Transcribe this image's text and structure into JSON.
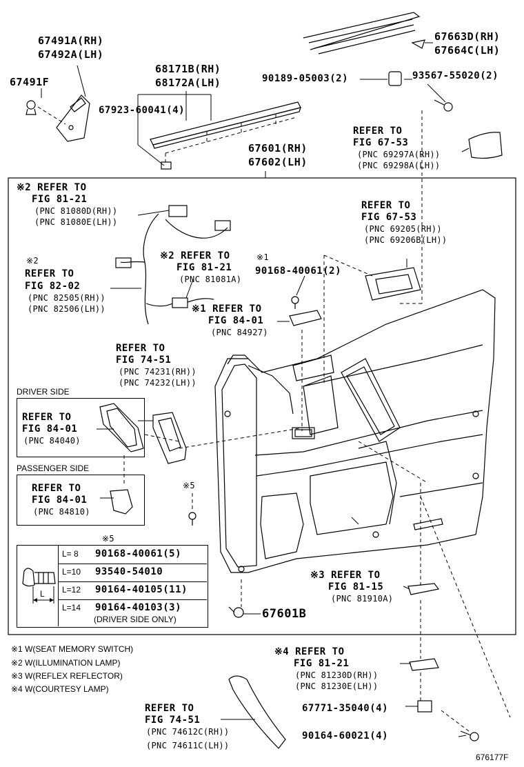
{
  "labels": {
    "p67491a": "67491A(RH)",
    "p67492a": "67492A(LH)",
    "p67491f": "67491F",
    "p68171b": "68171B(RH)",
    "p68172a": "68172A(LH)",
    "p67923": "67923-60041(4)",
    "p67663d": "67663D(RH)",
    "p67664c": "67664C(LH)",
    "p90189": "90189-05003(2)",
    "p93567": "93567-55020(2)",
    "r6753a_1": "REFER TO",
    "r6753a_2": "FIG 67-53",
    "r6753a_3": "(PNC 69297A(RH))",
    "r6753a_4": "(PNC 69298A(LH))",
    "p67601": "67601(RH)",
    "p67602": "67602(LH)",
    "r8121a_1": "※2 REFER TO",
    "r8121a_2": "FIG 81-21",
    "r8121a_3": "(PNC 81080D(RH))",
    "r8121a_4": "(PNC 81080E(LH))",
    "r6753b_1": "REFER TO",
    "r6753b_2": "FIG 67-53",
    "r6753b_3": "(PNC 69205(RH))",
    "r6753b_4": "(PNC 69206B(LH))",
    "r8202_0": "※2",
    "r8202_1": "REFER TO",
    "r8202_2": "FIG 82-02",
    "r8202_3": "(PNC 82505(RH))",
    "r8202_4": "(PNC 82506(LH))",
    "r8121b_1": "※2 REFER TO",
    "r8121b_2": "FIG 81-21",
    "r8121b_3": "(PNC 81081A)",
    "m1": "※1",
    "p90168a": "90168-40061(2)",
    "r8401a_1": "※1 REFER TO",
    "r8401a_2": "FIG 84-01",
    "r8401a_3": "(PNC 84927)",
    "r7451a_1": "REFER TO",
    "r7451a_2": "FIG 74-51",
    "r7451a_3": "(PNC 74231(RH))",
    "r7451a_4": "(PNC 74232(LH))",
    "driver_side": "DRIVER SIDE",
    "r8401b_1": "REFER TO",
    "r8401b_2": "FIG 84-01",
    "r8401b_3": "(PNC 84040)",
    "passenger_side": "PASSENGER SIDE",
    "r8401c_1": "REFER TO",
    "r8401c_2": "FIG 84-01",
    "r8401c_3": "(PNC 84810)",
    "m5a": "※5",
    "m5b": "※5",
    "r8115_1": "※3 REFER TO",
    "r8115_2": "FIG 81-15",
    "r8115_3": "(PNC 81910A)",
    "p67601b": "67601B",
    "l_dim": "L",
    "r8121c_1": "※4 REFER TO",
    "r8121c_2": "FIG 81-21",
    "r8121c_3": "(PNC 81230D(RH))",
    "r8121c_4": "(PNC 81230E(LH))",
    "p67771": "67771-35040(4)",
    "p90164b": "90164-60021(4)",
    "r7451b_1": "REFER TO",
    "r7451b_2": "FIG 74-51",
    "r7451b_3": "(PNC 74612C(RH))",
    "r7451b_4": "(PNC 74611C(LH))",
    "figure_code": "676177F"
  },
  "clip_table": {
    "rows": [
      {
        "len": "L= 8",
        "part": "90168-40061(5)"
      },
      {
        "len": "L=10",
        "part": "93540-54010"
      },
      {
        "len": "L=12",
        "part": "90164-40105(11)"
      },
      {
        "len": "L=14",
        "part": "90164-40103(3)"
      }
    ],
    "note": "(DRIVER SIDE ONLY)"
  },
  "footnotes": [
    "※1 W(SEAT MEMORY SWITCH)",
    "※2 W(ILLUMINATION LAMP)",
    "※3 W(REFLEX REFLECTOR)",
    "※4 W(COURTESY LAMP)"
  ]
}
